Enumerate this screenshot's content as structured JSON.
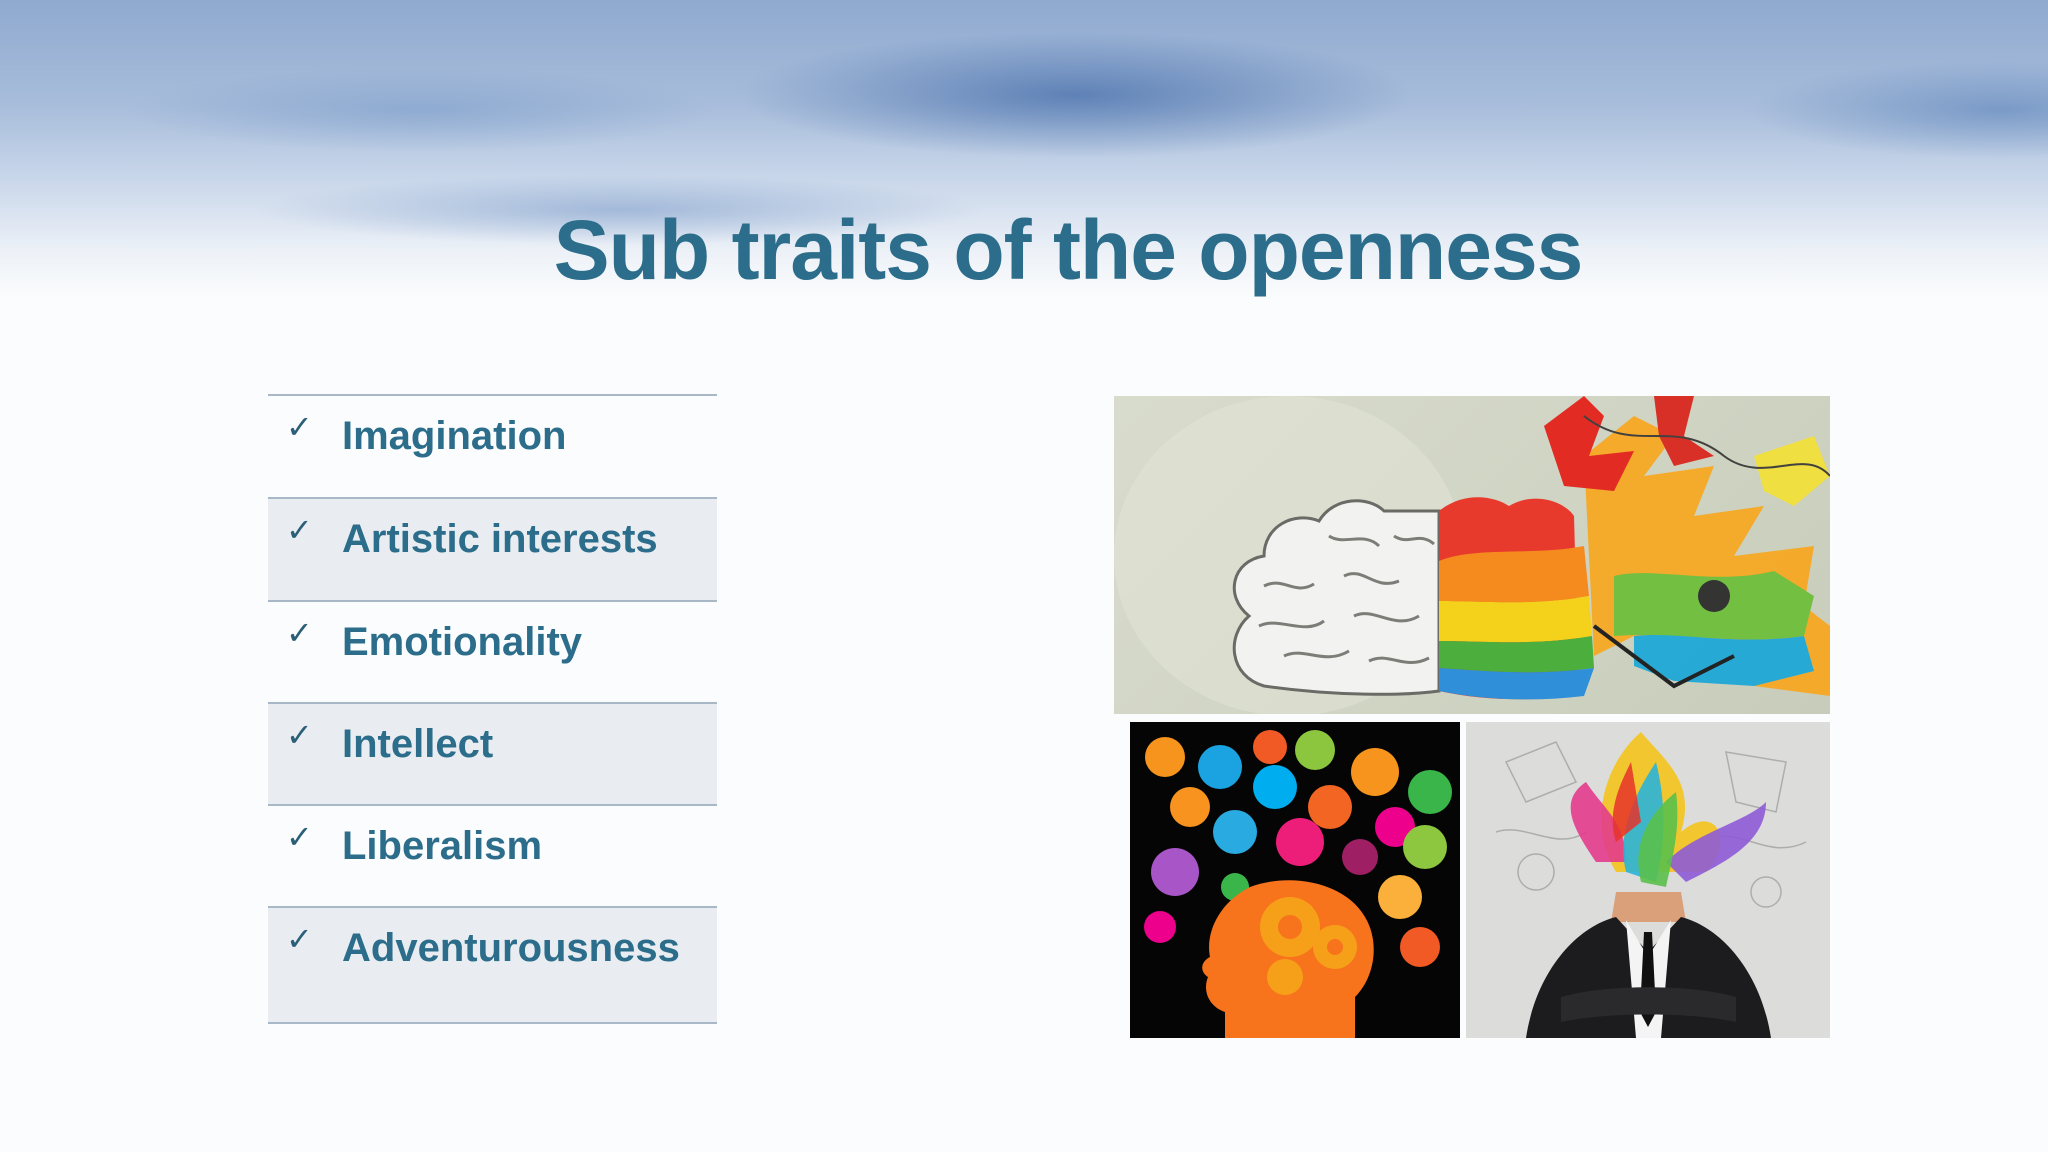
{
  "slide": {
    "title": "Sub traits of the openness",
    "traits": [
      {
        "label": "Imagination"
      },
      {
        "label": "Artistic interests"
      },
      {
        "label": "Emotionality"
      },
      {
        "label": "Intellect"
      },
      {
        "label": "Liberalism"
      },
      {
        "label": "Adventurousness"
      }
    ],
    "check_glyph": "✓"
  },
  "colors": {
    "title": "#2b6d8a",
    "list_text": "#2b6d8a",
    "row_shade": "#e9edf1",
    "rule": "#a8b8c7"
  },
  "images": [
    {
      "name": "colorful-brain-illustration"
    },
    {
      "name": "colorful-head-icons-illustration"
    },
    {
      "name": "businessman-exploding-head-illustration"
    }
  ]
}
